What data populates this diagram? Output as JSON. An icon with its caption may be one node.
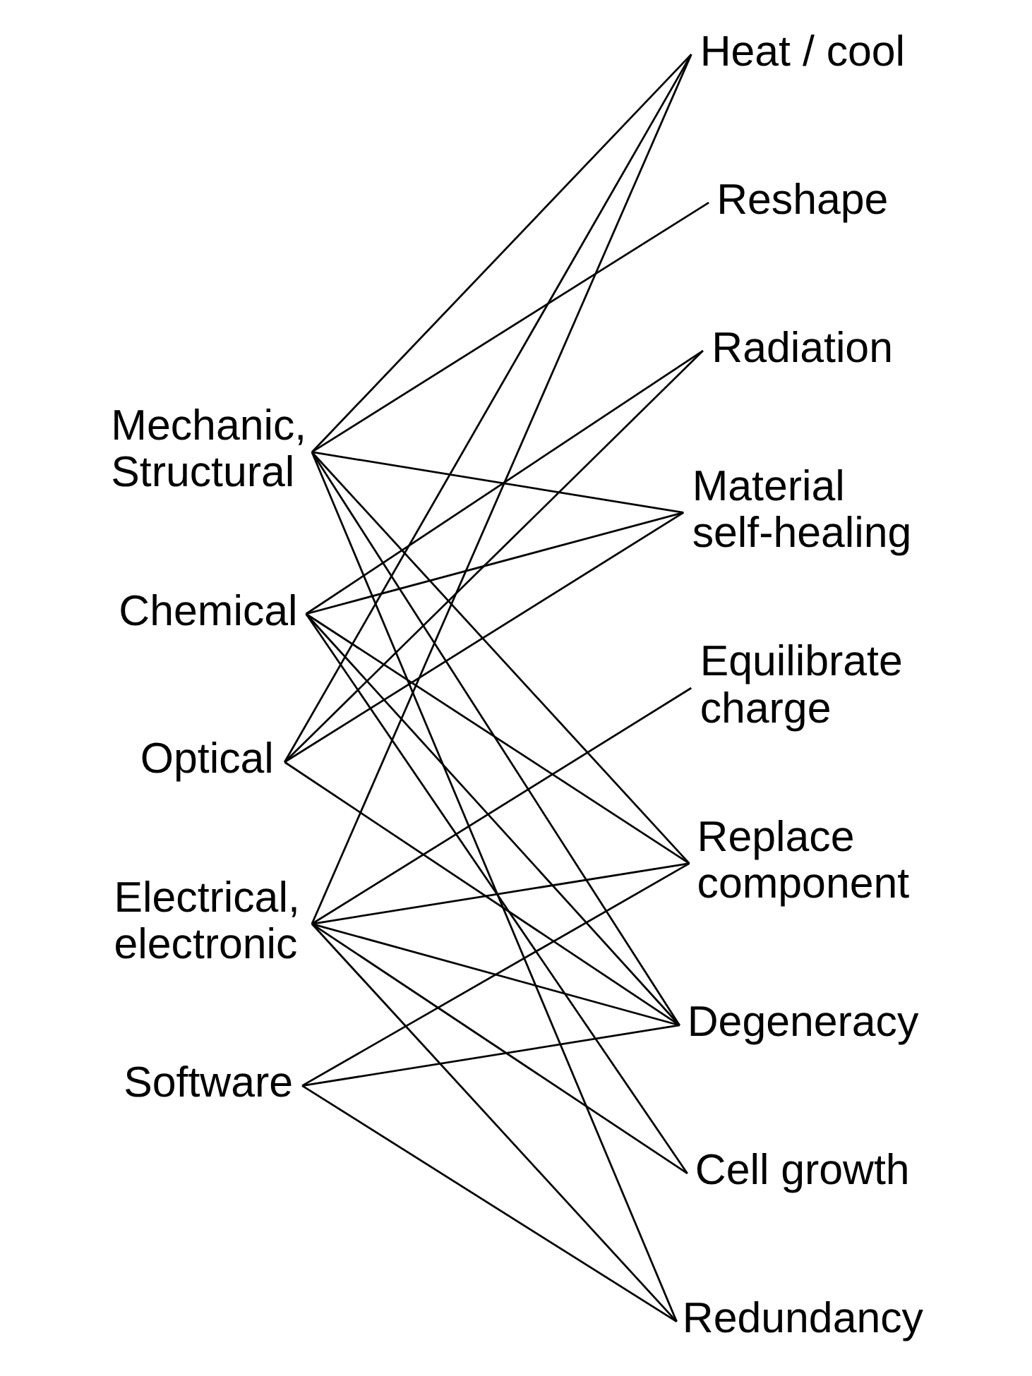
{
  "diagram": {
    "nodes": [
      {
        "text": [
          "Mechanic, Structural"
        ]
      },
      {
        "text": [
          "Chemical"
        ]
      },
      {
        "text": [
          "Optical"
        ]
      },
      {
        "text": [
          "Electrical, electronic"
        ]
      },
      {
        "text": [
          "Software"
        ]
      },
      {
        "text": [
          "Heat / cool"
        ]
      },
      {
        "text": [
          "Radiation"
        ]
      },
      {
        "text": [
          "Reshape"
        ]
      },
      {
        "text": [
          "Equilibrate charge"
        ]
      },
      {
        "text": [
          "Material self-healing"
        ]
      },
      {
        "text": [
          "Replace component"
        ]
      },
      {
        "text": [
          "Degeneracy"
        ]
      },
      {
        "text": [
          "Cell growth"
        ]
      },
      {
        "text": [
          "Redundancy"
        ]
      }
    ],
    "edges": [
      {
        "from": 0,
        "to": 5,
        "arrow": "none"
      },
      {
        "from": 0,
        "to": 7,
        "arrow": "none"
      },
      {
        "from": 0,
        "to": 9,
        "arrow": "none"
      },
      {
        "from": 0,
        "to": 10,
        "arrow": "none"
      },
      {
        "from": 0,
        "to": 11,
        "arrow": "none"
      },
      {
        "from": 0,
        "to": 13,
        "arrow": "none"
      },
      {
        "from": 1,
        "to": 6,
        "arrow": "none"
      },
      {
        "from": 1,
        "to": 9,
        "arrow": "none"
      },
      {
        "from": 1,
        "to": 10,
        "arrow": "none"
      },
      {
        "from": 1,
        "to": 11,
        "arrow": "none"
      },
      {
        "from": 1,
        "to": 12,
        "arrow": "none"
      },
      {
        "from": 2,
        "to": 5,
        "arrow": "none"
      },
      {
        "from": 2,
        "to": 6,
        "arrow": "none"
      },
      {
        "from": 2,
        "to": 9,
        "arrow": "none"
      },
      {
        "from": 2,
        "to": 11,
        "arrow": "none"
      },
      {
        "from": 3,
        "to": 5,
        "arrow": "none"
      },
      {
        "from": 3,
        "to": 8,
        "arrow": "none"
      },
      {
        "from": 3,
        "to": 10,
        "arrow": "none"
      },
      {
        "from": 3,
        "to": 11,
        "arrow": "none"
      },
      {
        "from": 3,
        "to": 12,
        "arrow": "none"
      },
      {
        "from": 3,
        "to": 13,
        "arrow": "none"
      },
      {
        "from": 4,
        "to": 10,
        "arrow": "none"
      },
      {
        "from": 4,
        "to": 11,
        "arrow": "none"
      },
      {
        "from": 4,
        "to": 13,
        "arrow": "none"
      }
    ]
  }
}
